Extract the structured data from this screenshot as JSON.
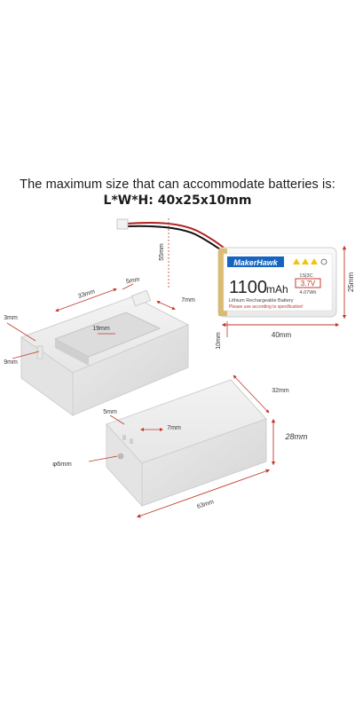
{
  "headline": {
    "line1": "The maximum size that can accommodate batteries is:",
    "line2": "L*W*H: 40x25x10mm"
  },
  "battery": {
    "brand": "MakerHawk",
    "capacity": "1100",
    "capacity_unit": "mAh",
    "cell_tag": "1S|3C",
    "voltage": "3.7V",
    "energy": "4.07Wh",
    "type": "Lithium Rechargeable Battery",
    "warning": "Please use according to specification!"
  },
  "dimensions": {
    "wire_len": "55mm",
    "bat_height": "25mm",
    "bat_length": "40mm",
    "bat_thick": "10mm",
    "open_len": "33mm",
    "open_5": "5mm",
    "open_7": "7mm",
    "slot_3": "3mm",
    "slot_19": "19mm",
    "slot_9": "9mm",
    "box_5": "5mm",
    "box_7": "7mm",
    "box_width": "32mm",
    "box_height": "28mm",
    "hole": "φ6mm",
    "box_length": "63mm"
  }
}
